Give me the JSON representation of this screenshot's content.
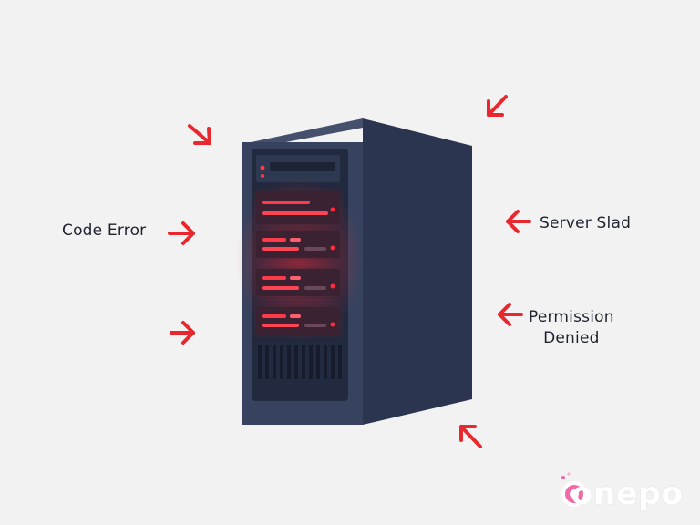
{
  "labels": {
    "code_error": "Code Error",
    "server": "Server Slad",
    "permission_line1": "Permission",
    "permission_line2": "Denied"
  },
  "watermark": "onepo",
  "colors": {
    "background": "#f2f2f2",
    "server_body": "#37435e",
    "server_side": "#2b3550",
    "arrow": "#e8282e",
    "glow": "#ff2a3a",
    "text": "#1e2230"
  },
  "icons": [
    "arrow-icon",
    "server-rack-icon"
  ]
}
